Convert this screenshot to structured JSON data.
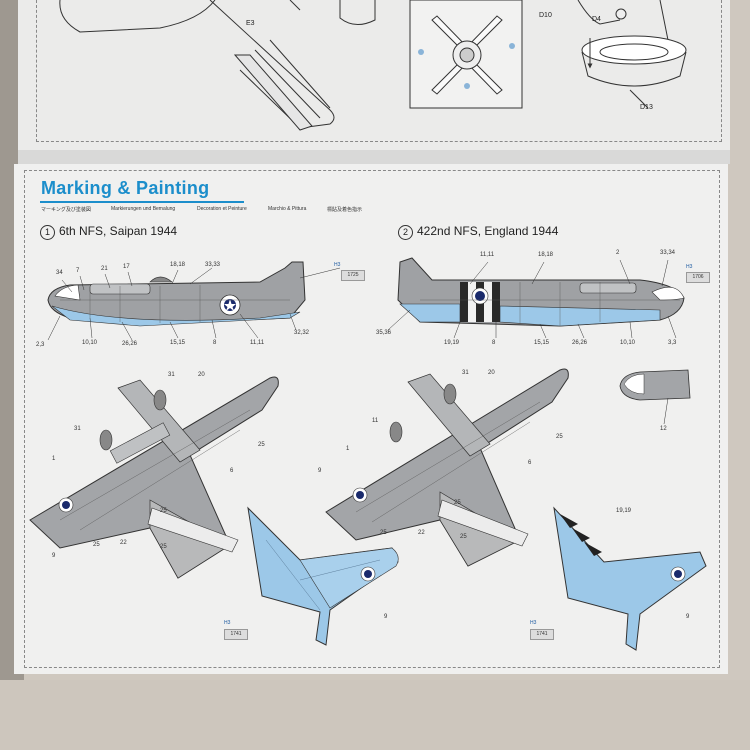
{
  "heading": "Marking & Painting",
  "subtitles": [
    "マーキング及び塗装図",
    "Markierungen und Bemalung",
    "Decoration et Peinture",
    "Marchio & Pittura",
    "標貼及着色指示"
  ],
  "schemes": [
    {
      "number": "1",
      "name": "6th NFS, Saipan 1944"
    },
    {
      "number": "2",
      "name": "422nd NFS, England 1944"
    }
  ],
  "parts": {
    "d4": "D4",
    "d10": "D10",
    "d13": "D13",
    "e3": "E3"
  },
  "decals": {
    "s1_tag": "H3",
    "s1_code": "1725",
    "s2_tag": "H3",
    "s2_code": "1706",
    "s1_top_tag": "H3",
    "s1_top_code": "1741",
    "s2_top_tag": "H3",
    "s2_top_code": "1741"
  },
  "callouts": {
    "s1_side": [
      "34",
      "7",
      "21",
      "17",
      "18,18",
      "33,33",
      "2,3",
      "10,10",
      "26,26",
      "15,15",
      "8",
      "11,11",
      "32,32"
    ],
    "s2_side": [
      "11,11",
      "18,18",
      "2",
      "33,34",
      "35,36",
      "19,19",
      "8",
      "15,15",
      "26,26",
      "10,10",
      "3,3"
    ],
    "s1_plan": [
      "31",
      "20",
      "31",
      "1",
      "25",
      "6",
      "25",
      "9",
      "25",
      "22",
      "25"
    ],
    "s2_plan": [
      "31",
      "20",
      "11",
      "1",
      "25",
      "6",
      "25",
      "9",
      "25",
      "22",
      "25"
    ],
    "s1_top": [
      "9"
    ],
    "s2_top": [
      "19,19",
      "9"
    ],
    "nose": [
      "12"
    ]
  }
}
